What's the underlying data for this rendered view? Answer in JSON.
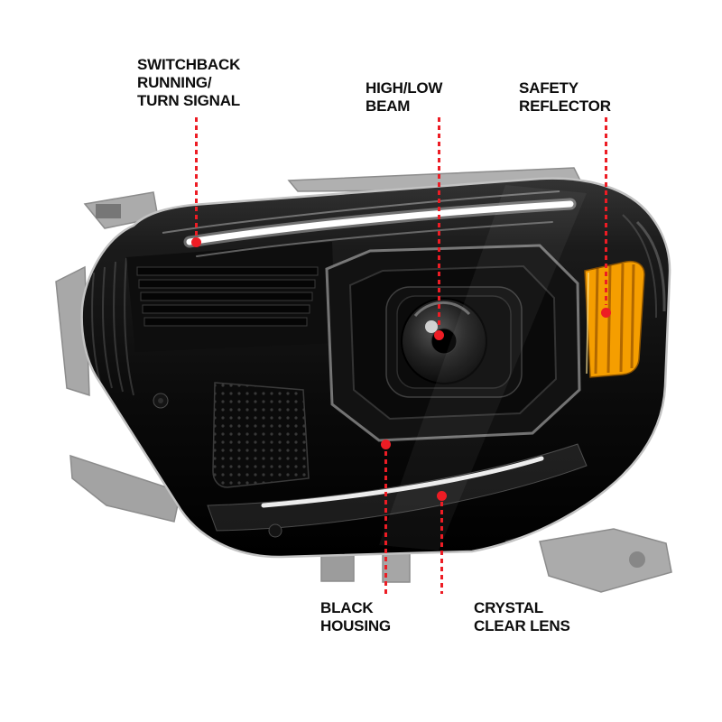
{
  "colors": {
    "accent_red": "#ed1c24",
    "label_text": "#0d0d0d",
    "amber": "#f59e00",
    "housing_black": "#0a0a0a",
    "chrome": "#c2c2c2"
  },
  "callouts": [
    {
      "id": "switchback-running-turn-signal",
      "lines": [
        "SWITCHBACK",
        "RUNNING/",
        "TURN SIGNAL"
      ]
    },
    {
      "id": "high-low-beam",
      "lines": [
        "HIGH/LOW",
        "BEAM"
      ]
    },
    {
      "id": "safety-reflector",
      "lines": [
        "SAFETY",
        "REFLECTOR"
      ]
    },
    {
      "id": "black-housing",
      "lines": [
        "BLACK",
        "HOUSING"
      ]
    },
    {
      "id": "crystal-clear-lens",
      "lines": [
        "CRYSTAL",
        "CLEAR LENS"
      ]
    }
  ]
}
